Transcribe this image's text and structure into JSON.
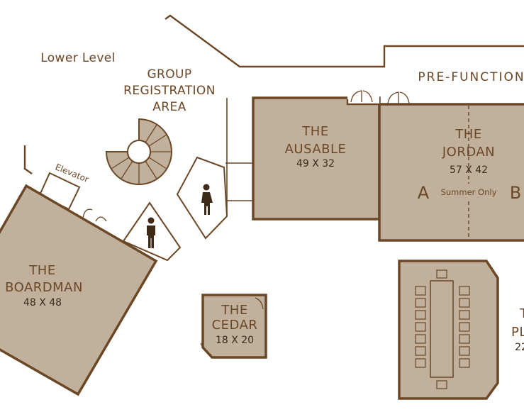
{
  "level_label": "Lower Level",
  "group_registration": [
    "GROUP",
    "REGISTRATION",
    "AREA"
  ],
  "prefunction_label": "PRE-FUNCTION",
  "elevator_label": "Elevator",
  "colors": {
    "room_fill": "#c1b19c",
    "wall": "#6b4726",
    "text": "#6b4726"
  },
  "icons": [
    "spiral-staircase-icon",
    "restroom-men-icon",
    "restroom-women-icon",
    "door-swing-icon"
  ],
  "rooms": {
    "boardman": {
      "name_lines": [
        "THE",
        "BOARDMAN"
      ],
      "dimensions": "48 X 48"
    },
    "ausable": {
      "name_lines": [
        "THE",
        "AUSABLE"
      ],
      "dimensions": "49 X 32"
    },
    "jordan": {
      "name_lines": [
        "THE",
        "JORDAN"
      ],
      "dimensions": "57 X 42",
      "section_a": "A",
      "section_b": "B",
      "note": "Summer Only"
    },
    "cedar": {
      "name_lines": [
        "THE",
        "CEDAR"
      ],
      "dimensions": "18 X 20"
    },
    "platte": {
      "name_lines": [
        "T",
        "PL"
      ],
      "dimensions": "22"
    }
  }
}
